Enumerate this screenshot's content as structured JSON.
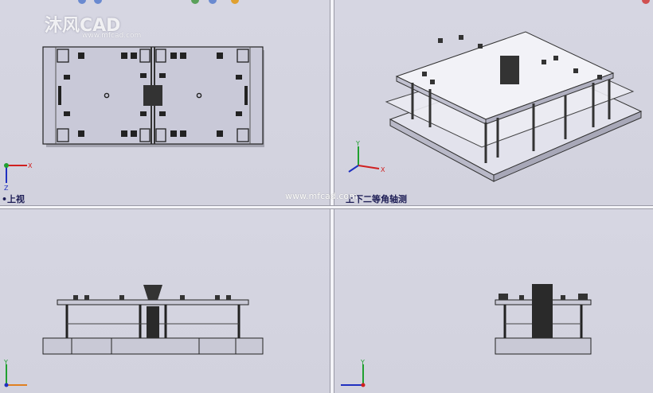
{
  "viewports": {
    "top_left": {
      "label": "•上视"
    },
    "top_right": {
      "label": "上下二等角轴测"
    },
    "bottom_left": {
      "label": ""
    },
    "bottom_right": {
      "label": ""
    }
  },
  "watermark": {
    "logo": "沐风CAD",
    "site": "www.mfcad.com",
    "url": "www.mfcad.com"
  },
  "triad": {
    "x": "X",
    "y": "Y",
    "z": "Z"
  },
  "colors": {
    "viewport_bg": "#d4d4e0",
    "part_fill": "#c9c9d6",
    "part_edge": "#2a2a2a",
    "axis_x": "#d02020",
    "axis_y": "#20a030",
    "axis_z": "#2030c0"
  }
}
